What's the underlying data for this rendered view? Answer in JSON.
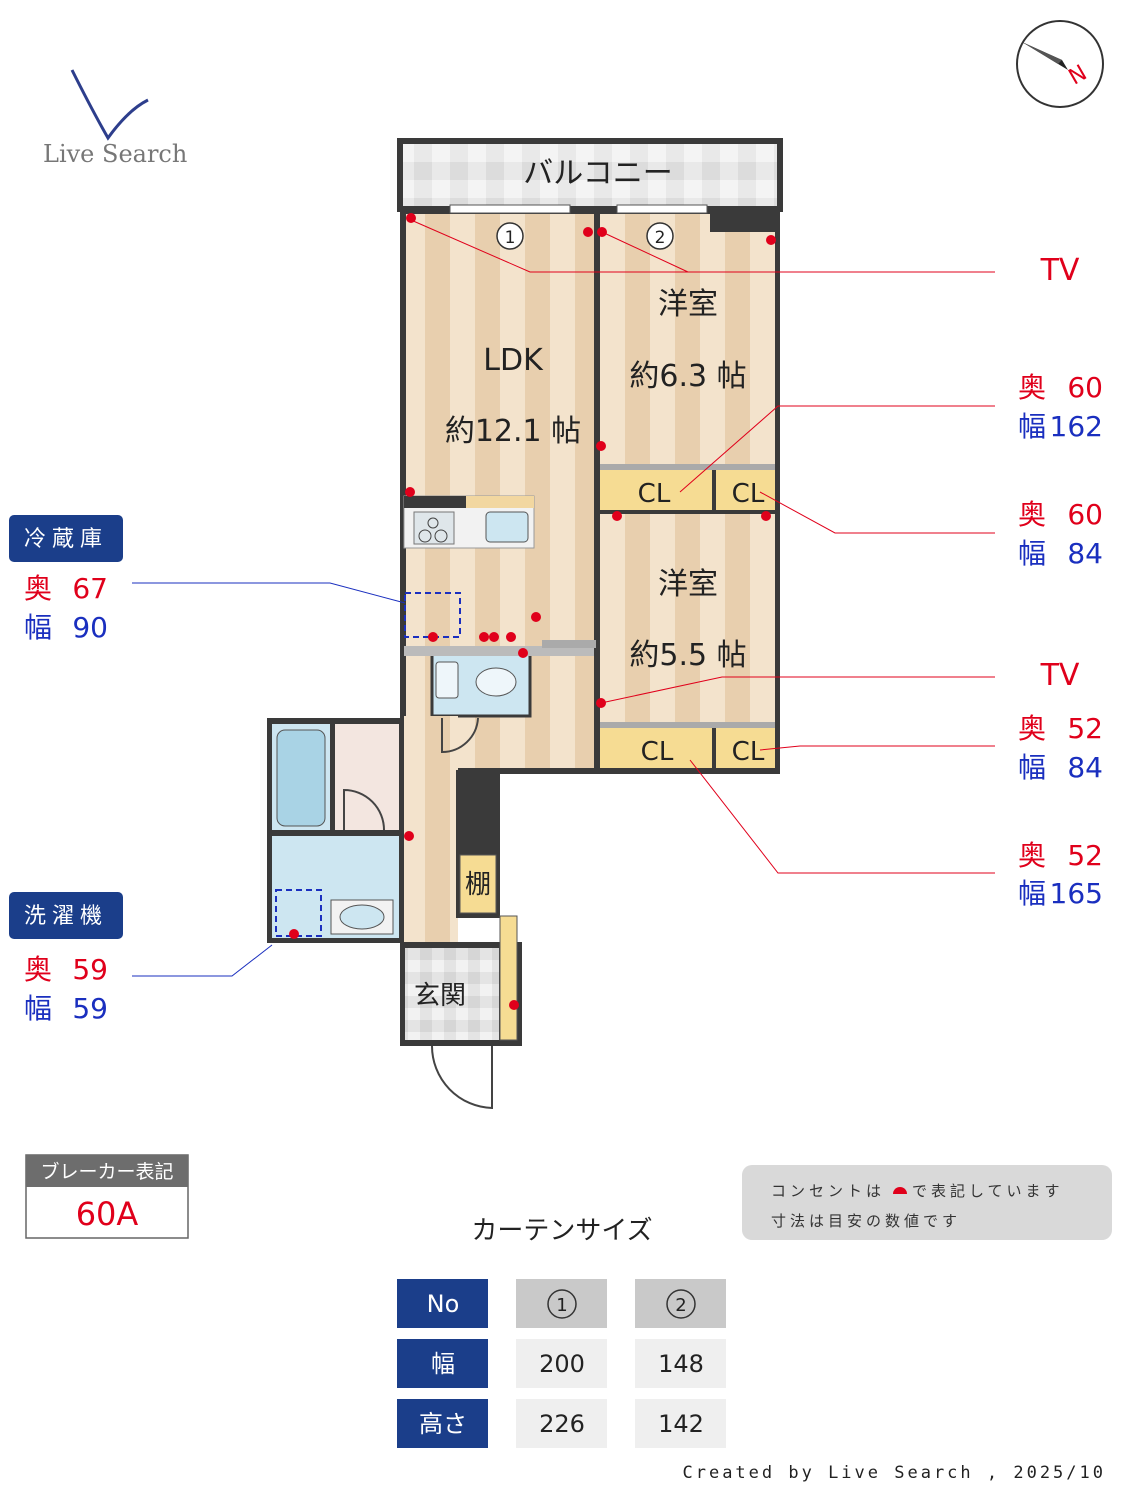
{
  "logo": {
    "text": "Live Search"
  },
  "compass": {
    "label": "N"
  },
  "rooms": {
    "balcony": "バルコニー",
    "ldk_name": "LDK",
    "ldk_size": "約12.1 帖",
    "room1_name": "洋室",
    "room1_size": "約6.3 帖",
    "room2_name": "洋室",
    "room2_size": "約5.5 帖",
    "cl": "CL",
    "shelf": "棚",
    "entrance": "玄関"
  },
  "window_markers": [
    "1",
    "2"
  ],
  "callouts": {
    "tv1": "TV",
    "tv2": "TV",
    "depth_label": "奥",
    "width_label": "幅",
    "cl1": {
      "depth": "60",
      "width": "162"
    },
    "cl2": {
      "depth": "60",
      "width": "84"
    },
    "cl3": {
      "depth": "52",
      "width": "84"
    },
    "cl4": {
      "depth": "52",
      "width": "165"
    }
  },
  "fridge": {
    "title": "冷蔵庫",
    "depth": "67",
    "width": "90"
  },
  "washer": {
    "title": "洗濯機",
    "depth": "59",
    "width": "59"
  },
  "breaker": {
    "title": "ブレーカー表記",
    "value": "60A"
  },
  "note": {
    "line1": "コンセントは",
    "line1_end": "で表記しています",
    "line2": "寸法は目安の数値です"
  },
  "curtain": {
    "title": "カーテンサイズ",
    "header": [
      "No",
      "1",
      "2"
    ],
    "rows": [
      {
        "label": "幅",
        "values": [
          "200",
          "148"
        ]
      },
      {
        "label": "高さ",
        "values": [
          "226",
          "142"
        ]
      }
    ]
  },
  "footer": "Created by Live Search , 2025/10",
  "colors": {
    "wall": "#3a3a3a",
    "floor_light": "#f3e3cc",
    "floor_dark": "#e6c9a6",
    "closet": "#f6dc93",
    "outlet": "#e0001b",
    "wet": "#cde6f1",
    "navy": "#1b3e8a",
    "red_text": "#e0001b",
    "blue_text": "#1a2fbf"
  }
}
